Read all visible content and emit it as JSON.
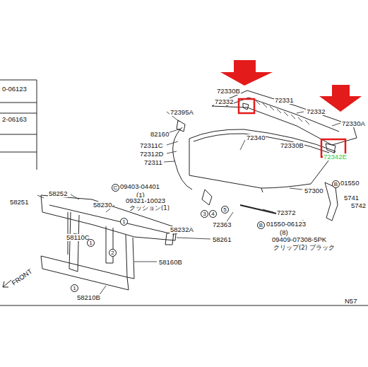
{
  "diagram": {
    "labels": [
      "0-06123",
      "2-06163",
      "72330B",
      "72332",
      "72331",
      "72395A",
      "72332",
      "72330A",
      "82160",
      "72340",
      "72330B",
      "72342E",
      "72311C",
      "72312D",
      "72311",
      "57300",
      "B",
      "01550",
      "5741",
      "5742",
      "C",
      "09403-04401",
      "(1)",
      "09321-10023",
      "クッション(1)",
      "72372",
      "72363",
      "B",
      "01550-06123",
      "(8)",
      "09409-07308-5PK",
      "クリップ(2) ブラック",
      "58252",
      "58251",
      "58230",
      "58232A",
      "58261",
      "58110C",
      "58160B",
      "58210B",
      "FRONT",
      "N57",
      "1",
      "1",
      "2",
      "1",
      "3",
      "4",
      "5"
    ]
  }
}
